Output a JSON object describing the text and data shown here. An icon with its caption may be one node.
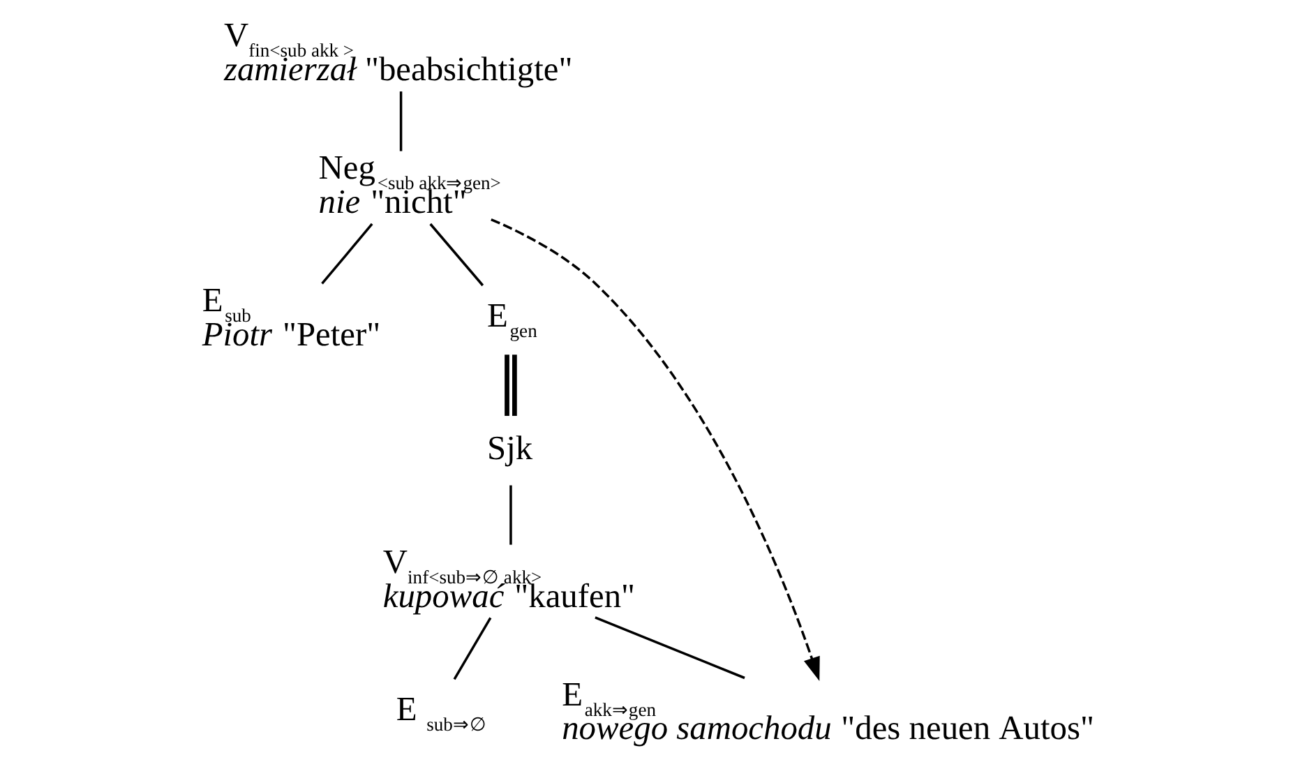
{
  "diagram": {
    "nodes": [
      {
        "text": [
          "V$_{fin<sub akk >}$",
          "*zamierzał* \"beabsichtigte\""
        ]
      },
      {
        "text": [
          "Neg$_{<sub akk⇒gen>}$",
          "*nie* \"nicht\""
        ]
      },
      {
        "text": [
          "E$_{sub}$",
          "*Piotr* \"Peter\""
        ]
      },
      {
        "text": [
          "E$_{gen}$"
        ]
      },
      {
        "text": [
          "Sjk"
        ]
      },
      {
        "text": [
          "V$_{inf<sub⇒∅ akk>}$",
          "*kupować* \"kaufen\""
        ]
      },
      {
        "text": [
          "E $_{sub⇒∅}$"
        ]
      },
      {
        "text": [
          "E$_{akk⇒gen}$",
          "*nowego samochodu* \"des neuen Autos\""
        ]
      }
    ],
    "edges": [
      {
        "from": 0,
        "to": 1,
        "arrow": "none"
      },
      {
        "from": 1,
        "to": 2,
        "arrow": "none"
      },
      {
        "from": 1,
        "to": 3,
        "arrow": "none"
      },
      {
        "from": 3,
        "to": 4,
        "arrow": "none",
        "style": "thick"
      },
      {
        "from": 4,
        "to": 5,
        "arrow": "none"
      },
      {
        "from": 5,
        "to": 6,
        "arrow": "none"
      },
      {
        "from": 5,
        "to": 7,
        "arrow": "none"
      },
      {
        "from": 1,
        "to": 7,
        "arrow": "to",
        "style": "dashed"
      }
    ]
  }
}
